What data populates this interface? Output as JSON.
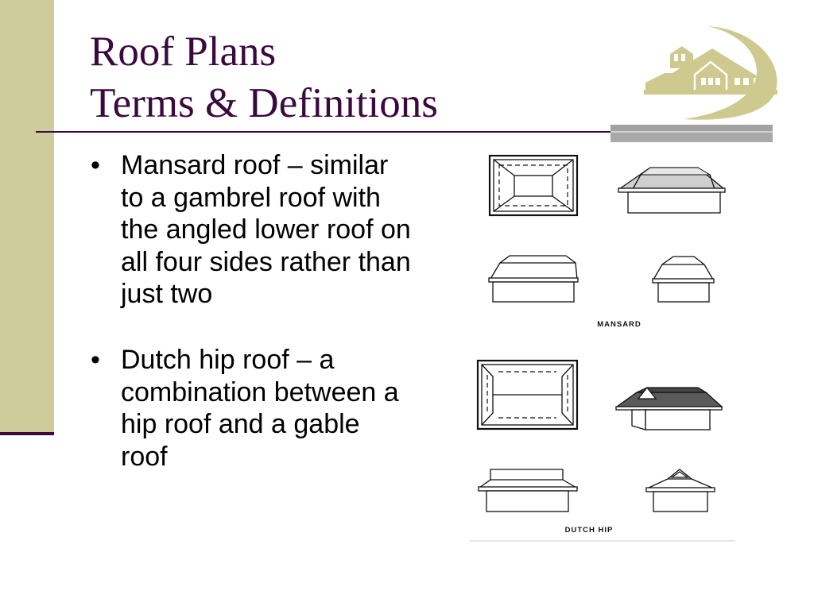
{
  "slide": {
    "title": [
      "Roof Plans",
      "Terms & Definitions"
    ]
  },
  "bullets": [
    {
      "marker": "•",
      "lines": [
        "Mansard roof – similar",
        "to a gambrel roof with",
        "the angled lower roof on",
        "all four sides rather than",
        "just two"
      ]
    },
    {
      "marker": "•",
      "lines": [
        "Dutch hip roof – a",
        "combination between a",
        "hip roof and a gable",
        "roof"
      ]
    }
  ],
  "figures": [
    {
      "caption": "MANSARD"
    },
    {
      "caption": "DUTCH HIP"
    }
  ],
  "logo": {
    "icon": "house-logo-icon"
  },
  "colors": {
    "accent": "#3a0a3e",
    "sidebar": "#cfcc9b",
    "logo": "#cdc98f",
    "header_bar": "#a9a9a9"
  }
}
